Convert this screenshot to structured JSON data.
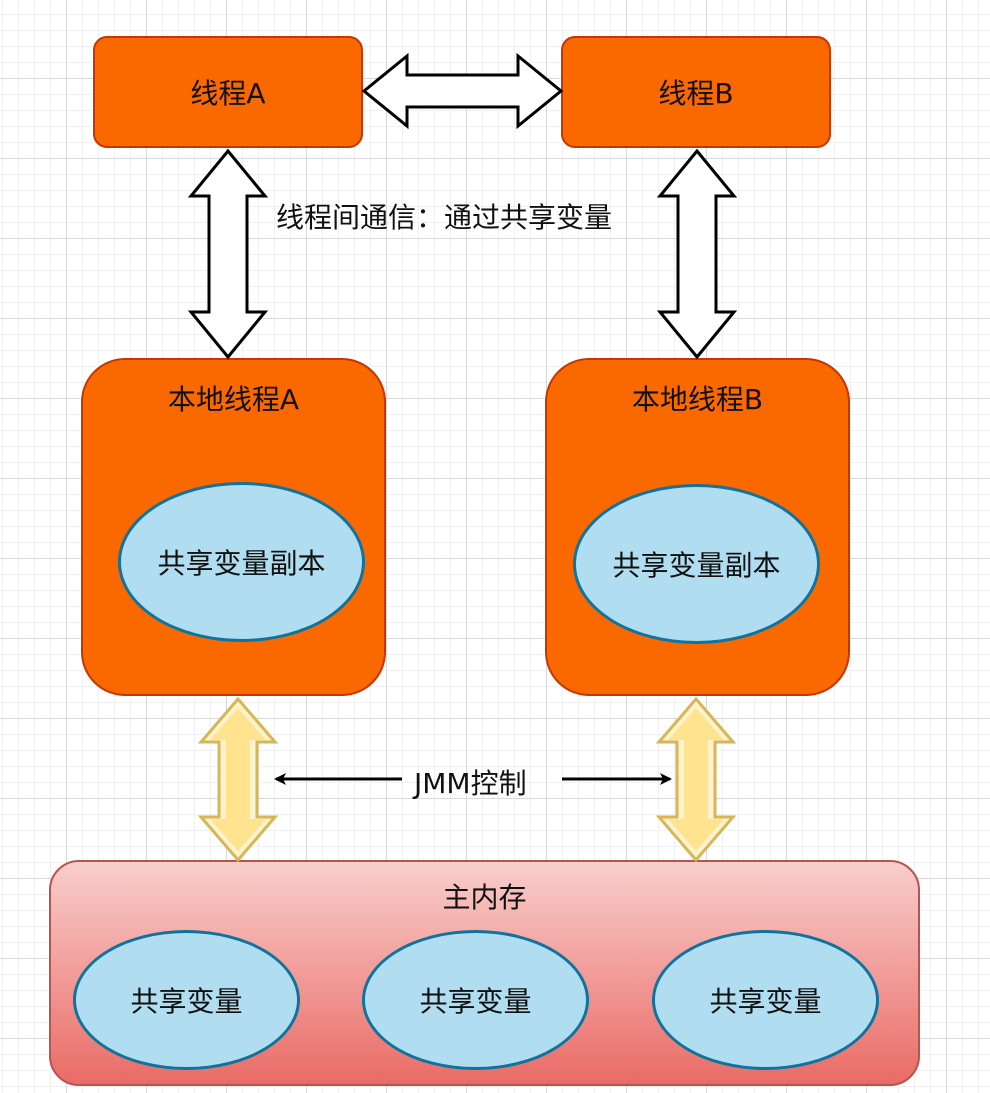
{
  "thread_a": "线程A",
  "thread_b": "线程B",
  "communication_label": "线程间通信：通过共享变量",
  "local_a": {
    "title": "本地线程A",
    "copy": "共享变量副本"
  },
  "local_b": {
    "title": "本地线程B",
    "copy": "共享变量副本"
  },
  "jmm_label": "JMM控制",
  "main_memory": {
    "title": "主内存",
    "vars": [
      "共享变量",
      "共享变量",
      "共享变量"
    ]
  },
  "colors": {
    "thread_fill": "#fa6800",
    "thread_stroke": "#c73500",
    "ellipse_fill": "#b1ddf0",
    "ellipse_stroke": "#10739e",
    "yellow_arrow_fill": "#fff2cc",
    "yellow_arrow_stroke": "#d6b656",
    "main_top": "#f8cecc",
    "main_bottom": "#ea6b66"
  }
}
